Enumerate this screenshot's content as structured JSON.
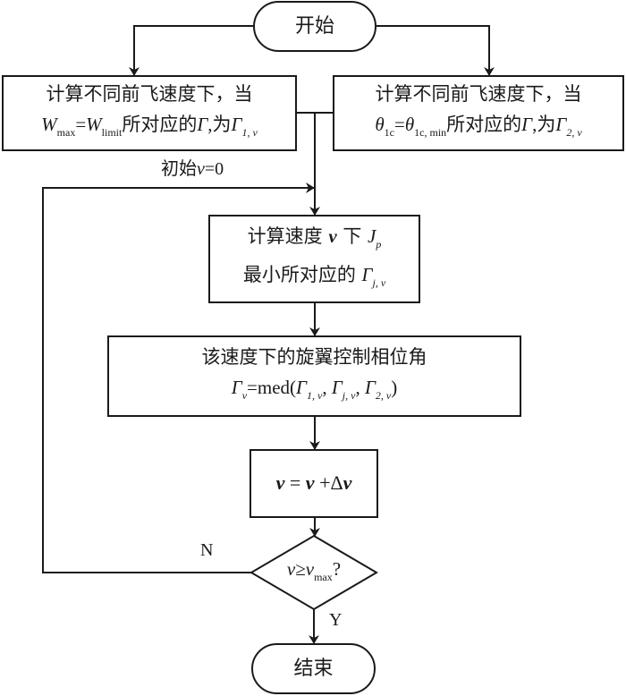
{
  "diagram": {
    "type": "flowchart",
    "nodes": {
      "start": {
        "label": "开始",
        "shape": "terminal"
      },
      "left_box": {
        "line1": "计算不同前飞速度下，当",
        "line2": {
          "var1": "W",
          "sub1": "max",
          "eq": "=",
          "var2": "W",
          "sub2": "limit",
          "text": "所对应的",
          "gamma": "Γ",
          "comma": ",",
          "wei": "为",
          "gamma2": "Γ",
          "sub3": "1, v"
        }
      },
      "right_box": {
        "line1": "计算不同前飞速度下，当",
        "line2": {
          "var1": "θ",
          "sub1": "1c",
          "eq": "=",
          "var2": "θ",
          "sub2": "1c, min",
          "text": "所对应的",
          "gamma": "Γ",
          "comma": ",",
          "wei": "为",
          "gamma2": "Γ",
          "sub3": "2, v"
        }
      },
      "compute_box": {
        "line1": {
          "text1": "计算速度 ",
          "v": "v",
          "text2": " 下 ",
          "J": "J",
          "sub": "p"
        },
        "line2": {
          "text": "最小所对应的 ",
          "gamma": "Γ",
          "sub": "j, v"
        }
      },
      "phase_box": {
        "line1": "该速度下的旋翼控制相位角",
        "line2": {
          "gamma": "Γ",
          "sub": "v",
          "eq": "=med(",
          "g1": "Γ",
          "s1": "1, v",
          "c1": ", ",
          "g2": "Γ",
          "s2": "j, v",
          "c2": ", ",
          "g3": "Γ",
          "s3": "2, v",
          "close": ")"
        }
      },
      "increment_box": {
        "v1": "v",
        "eq": " = ",
        "v2": "v",
        "plus": " +Δ",
        "v3": "v"
      },
      "decision": {
        "v1": "v",
        "op": "≥",
        "v2": "v",
        "sub": "max",
        "q": "?"
      },
      "end": {
        "label": "结束",
        "shape": "terminal"
      }
    },
    "edge_labels": {
      "init": {
        "text": "初始",
        "v": "v",
        "eq": "=0"
      },
      "no": "N",
      "yes": "Y"
    }
  }
}
